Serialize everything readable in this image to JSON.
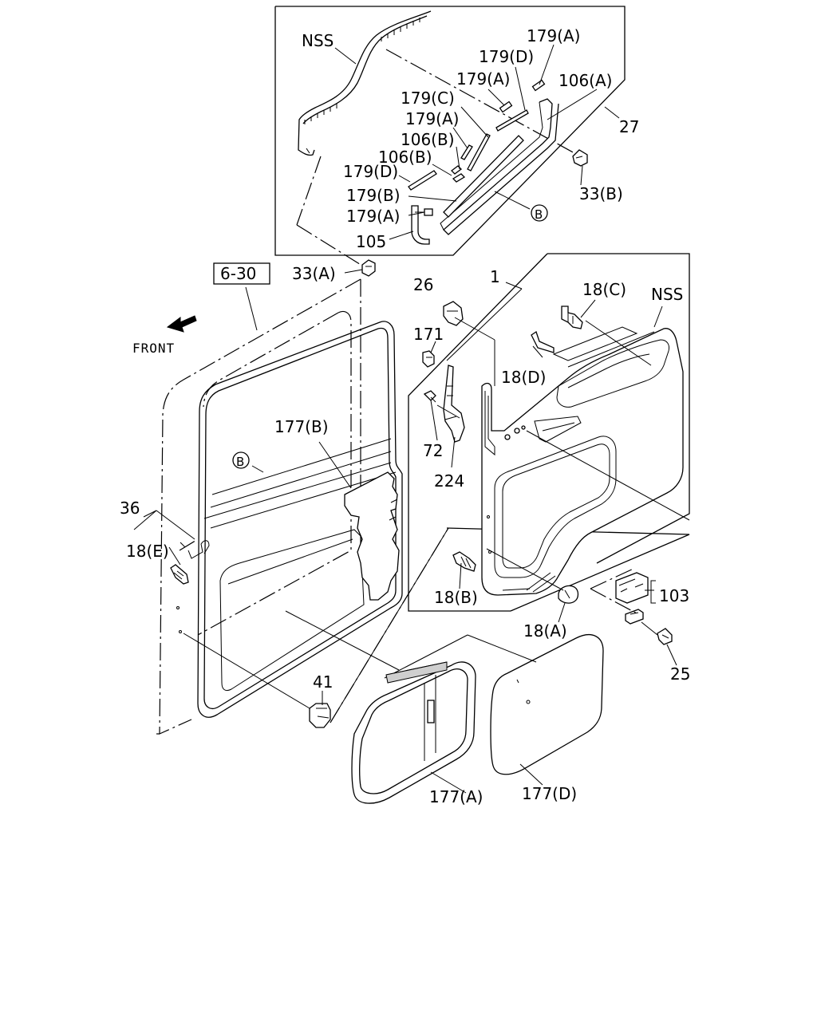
{
  "labels": {
    "nss_top": "NSS",
    "l179a_1": "179(A)",
    "l179d_1": "179(D)",
    "l179a_2": "179(A)",
    "l106a": "106(A)",
    "l179c": "179(C)",
    "l27": "27",
    "l179a_3": "179(A)",
    "l106b_1": "106(B)",
    "l106b_2": "106(B)",
    "l179d_2": "179(D)",
    "l33b": "33(B)",
    "l179b": "179(B)",
    "l179a_4": "179(A)",
    "circleB_top": "B",
    "l105": "105",
    "l33a": "33(A)",
    "ref_box": "6-30",
    "front": "FRONT",
    "l26": "26",
    "l1": "1",
    "l18c": "18(C)",
    "nss_right": "NSS",
    "l171": "171",
    "l18d": "18(D)",
    "l177b": "177(B)",
    "l72": "72",
    "l224": "224",
    "circleB_left": "B",
    "l36": "36",
    "l18e": "18(E)",
    "l18b": "18(B)",
    "l103": "103",
    "l18a": "18(A)",
    "l25": "25",
    "l41": "41",
    "l177a": "177(A)",
    "l177d": "177(D)"
  }
}
